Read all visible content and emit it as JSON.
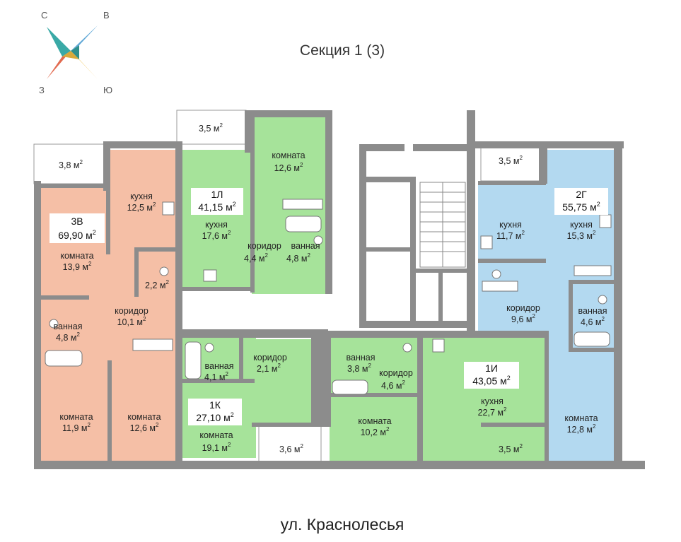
{
  "title": "Секция  1 (3)",
  "street": "ул. Краснолесья",
  "compass": {
    "n": "С",
    "e": "В",
    "w": "З",
    "s": "Ю"
  },
  "colors": {
    "apt3v": "#f5bfa6",
    "green": "#a6e39a",
    "blue": "#b3d9f0",
    "wall": "#8c8c8c",
    "compass_teal": "#3aa9a6",
    "compass_red": "#e26a4f",
    "compass_yellow": "#f0c24a",
    "compass_blue": "#5fa7d6"
  },
  "apartments": {
    "a3v": {
      "code": "3В",
      "area": "69,90 м",
      "sup": "2"
    },
    "a1l": {
      "code": "1Л",
      "area": "41,15 м",
      "sup": "2"
    },
    "a2g": {
      "code": "2Г",
      "area": "55,75 м",
      "sup": "2"
    },
    "a1k": {
      "code": "1К",
      "area": "27,10 м",
      "sup": "2"
    },
    "a1i": {
      "code": "1И",
      "area": "43,05 м",
      "sup": "2"
    }
  },
  "balconies": {
    "b1": "3,8 м",
    "b2": "3,5 м",
    "b3": "3,5 м",
    "b4": "3,6 м",
    "b5": "3,5 м"
  },
  "rooms": {
    "r3v_kitchen": {
      "name": "кухня",
      "area": "12,5 м"
    },
    "r3v_room1": {
      "name": "комната",
      "area": "13,9 м"
    },
    "r3v_wc": {
      "name": "",
      "area": "2,2 м"
    },
    "r3v_corridor": {
      "name": "коридор",
      "area": "10,1 м"
    },
    "r3v_bath": {
      "name": "ванная",
      "area": "4,8 м"
    },
    "r3v_room2": {
      "name": "комната",
      "area": "11,9 м"
    },
    "r3v_room3": {
      "name": "комната",
      "area": "12,6 м"
    },
    "r1l_kitchen": {
      "name": "кухня",
      "area": "17,6 м"
    },
    "r1l_room": {
      "name": "комната",
      "area": "12,6 м"
    },
    "r1l_corridor": {
      "name": "коридор",
      "area": "4,4 м"
    },
    "r1l_bath": {
      "name": "ванная",
      "area": "4,8 м"
    },
    "r2g_kitchen1": {
      "name": "кухня",
      "area": "11,7 м"
    },
    "r2g_kitchen2": {
      "name": "кухня",
      "area": "15,3 м"
    },
    "r2g_corridor": {
      "name": "коридор",
      "area": "9,6 м"
    },
    "r2g_bath": {
      "name": "ванная",
      "area": "4,6 м"
    },
    "r2g_room": {
      "name": "комната",
      "area": "12,8 м"
    },
    "r1k_bath": {
      "name": "ванная",
      "area": "4,1 м"
    },
    "r1k_corridor": {
      "name": "коридор",
      "area": "2,1 м"
    },
    "r1k_room": {
      "name": "комната",
      "area": "19,1 м"
    },
    "r1i_bath": {
      "name": "ванная",
      "area": "3,8 м"
    },
    "r1i_corridor": {
      "name": "коридор",
      "area": "4,6 м"
    },
    "r1i_room": {
      "name": "комната",
      "area": "10,2 м"
    },
    "r1i_kitchen": {
      "name": "кухня",
      "area": "22,7 м"
    }
  }
}
